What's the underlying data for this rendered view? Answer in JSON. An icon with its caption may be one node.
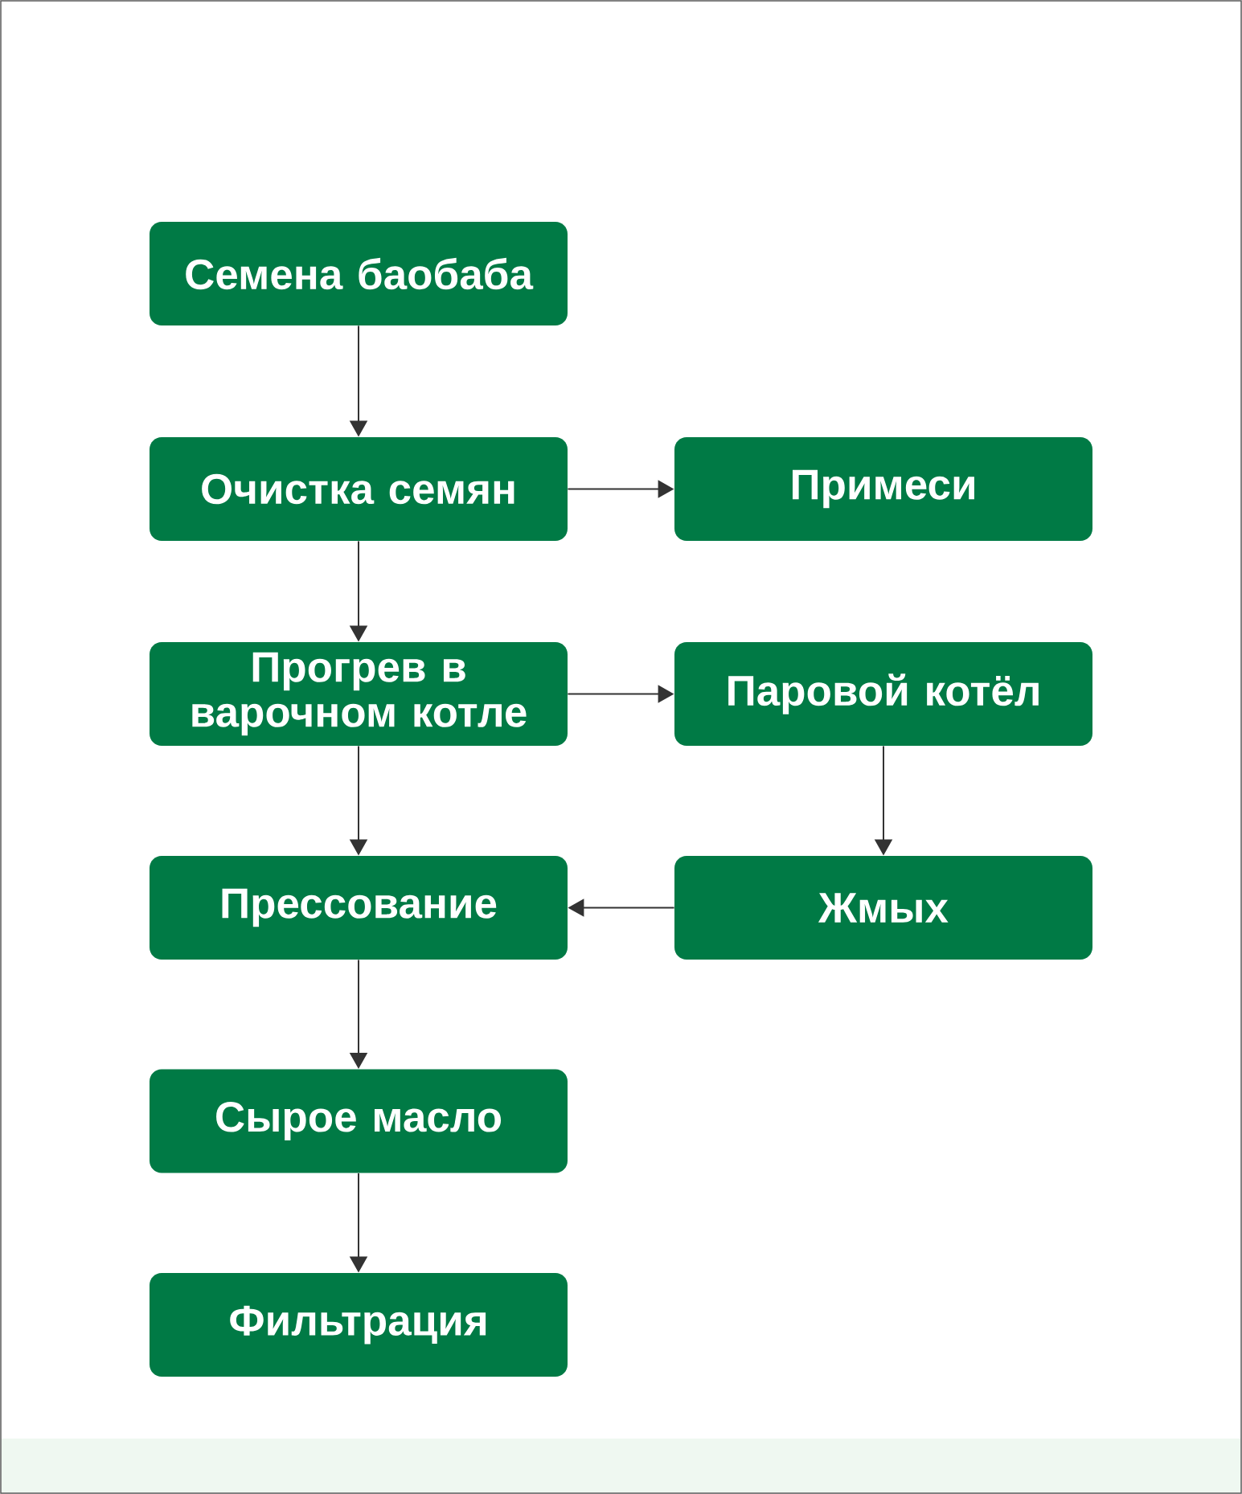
{
  "diagram": {
    "nodes": [
      {
        "text": [
          "Семена баобаба"
        ]
      },
      {
        "text": [
          "Очистка семян"
        ]
      },
      {
        "text": [
          "Примеси"
        ]
      },
      {
        "text": [
          "Прогрев в варочном котле"
        ]
      },
      {
        "text": [
          "Паровой котёл"
        ]
      },
      {
        "text": [
          "Прессование"
        ]
      },
      {
        "text": [
          "Жмых"
        ]
      },
      {
        "text": [
          "Сырое масло"
        ]
      },
      {
        "text": [
          "Фильтрация"
        ]
      }
    ],
    "edges": [
      {
        "from": 0,
        "to": 1,
        "arrow": "to"
      },
      {
        "from": 1,
        "to": 2,
        "arrow": "to"
      },
      {
        "from": 1,
        "to": 3,
        "arrow": "to"
      },
      {
        "from": 3,
        "to": 4,
        "arrow": "to"
      },
      {
        "from": 4,
        "to": 6,
        "arrow": "to"
      },
      {
        "from": 6,
        "to": 5,
        "arrow": "to"
      },
      {
        "from": 3,
        "to": 5,
        "arrow": "to"
      },
      {
        "from": 5,
        "to": 7,
        "arrow": "to"
      },
      {
        "from": 7,
        "to": 8,
        "arrow": "to"
      }
    ]
  }
}
